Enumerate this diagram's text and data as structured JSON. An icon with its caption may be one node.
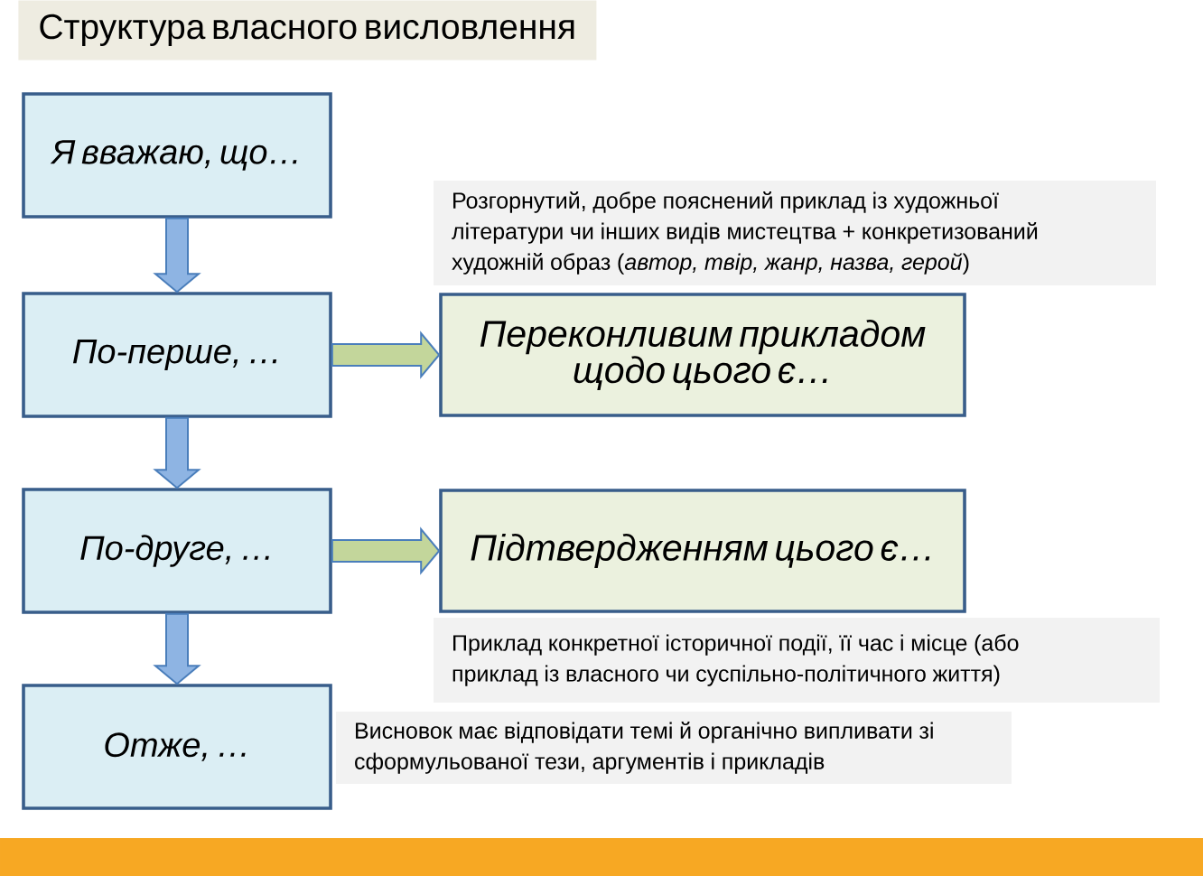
{
  "diagram": {
    "title": "Структура власного висловлення",
    "nodes": [
      {
        "text": [
          "Я вважаю, що…"
        ]
      },
      {
        "text": [
          "По-перше, …"
        ]
      },
      {
        "text": [
          "По-друге, …"
        ]
      },
      {
        "text": [
          "Отже, …"
        ]
      },
      {
        "text": [
          "Переконливим прикладом щодо цього є…"
        ]
      },
      {
        "text": [
          "Підтвердженням цього є…"
        ]
      },
      {
        "text": [
          "Розгорнутий, добре пояснений приклад із художньої літератури чи інших видів мистецтва + конкретизований художній образ (*автор, твір, жанр, назва, герой*)"
        ]
      },
      {
        "text": [
          "Приклад конкретної історичної події, її час і місце (або приклад із власного чи суспільно-політичного життя)"
        ]
      },
      {
        "text": [
          "Висновок має відповідати темі й органічно випливати зі сформульованої тези, аргументів і прикладів"
        ]
      }
    ],
    "edges": [
      {
        "from": 0,
        "to": 1,
        "arrow": "to"
      },
      {
        "from": 1,
        "to": 2,
        "arrow": "to"
      },
      {
        "from": 2,
        "to": 3,
        "arrow": "to"
      },
      {
        "from": 1,
        "to": 4,
        "arrow": "to",
        "color": "#c3d69b"
      },
      {
        "from": 2,
        "to": 5,
        "arrow": "to",
        "color": "#c3d69b"
      }
    ]
  }
}
